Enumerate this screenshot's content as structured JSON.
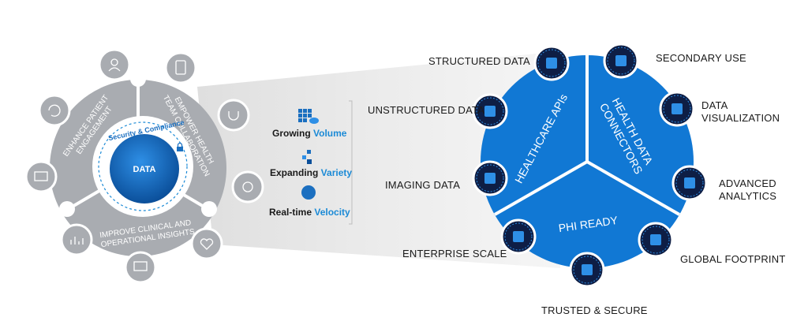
{
  "left_wheel": {
    "center_label": "DATA",
    "ring_label": "Security & Compliance",
    "segments": [
      {
        "label": "ENHANCE PATIENT ENGAGEMENT"
      },
      {
        "label": "EMPOWER HEALTH TEAM COLLABORATION"
      },
      {
        "label": "IMPROVE CLINICAL AND OPERATIONAL INSIGHTS"
      }
    ]
  },
  "metrics": [
    {
      "lead": "Growing ",
      "accent": "Volume"
    },
    {
      "lead": "Expanding ",
      "accent": "Variety"
    },
    {
      "lead": "Real-time ",
      "accent": "Velocity"
    }
  ],
  "right_wheel": {
    "segments": {
      "apis": "HEALTHCARE APIs",
      "connectors_line1": "HEALTH DATA",
      "connectors_line2": "CONNECTORS",
      "phi": "PHI READY"
    },
    "nodes": [
      {
        "label": "STRUCTURED DATA",
        "icon": "structured-data-icon"
      },
      {
        "label": "UNSTRUCTURED DATA",
        "icon": "binary-data-icon"
      },
      {
        "label": "IMAGING DATA",
        "icon": "lightbulb-icon"
      },
      {
        "label": "SECONDARY USE",
        "icon": "arrow-up-right-icon"
      },
      {
        "label": "DATA\nVISUALIZATION",
        "icon": "bar-chart-icon"
      },
      {
        "label": "ADVANCED\nANALYTICS",
        "icon": "magnifier-icon"
      },
      {
        "label": "ENTERPRISE SCALE",
        "icon": "factory-icon"
      },
      {
        "label": "TRUSTED & SECURE",
        "icon": "lock-shield-icon"
      },
      {
        "label": "GLOBAL FOOTPRINT",
        "icon": "globe-monitor-icon"
      }
    ]
  },
  "colors": {
    "wheel_blue": "#1178d4",
    "wheel_blue_dark": "#0a5fb0",
    "node_navy": "#0e1e45",
    "grey": "#a9acb1",
    "grey_light": "#dcdcdc",
    "accent": "#1b8ad6"
  }
}
